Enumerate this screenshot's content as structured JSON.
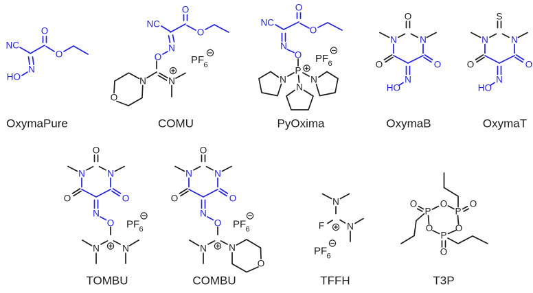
{
  "figure": {
    "type": "chemical-structure-panel",
    "background": "#ffffff",
    "accent_blue": "#2222dd",
    "ink_black": "#1c1c1c",
    "rows": 2
  },
  "ions": {
    "pf": "PF",
    "six": "6",
    "minus": "−",
    "plus": "+"
  },
  "molecules": {
    "oxymapure": {
      "name": "OxymaPure",
      "atoms": {
        "nc": "NC",
        "carbonyl_o": "O",
        "ester_o": "O",
        "oxime_n": "N",
        "hydroxyl": "HO"
      }
    },
    "comu": {
      "name": "COMU",
      "counterion": "PF6−",
      "charge": "+",
      "atoms": {
        "nc": "NC",
        "carbonyl_o": "O",
        "ester_o": "O",
        "oxime_n": "N",
        "linker_o": "O",
        "iminium_n": "N",
        "morpholine_n": "N",
        "morpholine_o": "O"
      }
    },
    "pyoxima": {
      "name": "PyOxima",
      "counterion": "PF6−",
      "charge": "+",
      "atoms": {
        "nc": "NC",
        "carbonyl_o": "O",
        "ester_o": "O",
        "oxime_n": "N",
        "linker_o": "O",
        "p": "P",
        "pyrrolidine_n_left": "N",
        "pyrrolidine_n_right": "N",
        "pyrrolidine_n_bottom": "N"
      }
    },
    "oxymab": {
      "name": "OxymaB",
      "atoms": {
        "top_o": "O",
        "ring_n_left": "N",
        "ring_n_right": "N",
        "left_o": "O",
        "right_o": "O",
        "oxime_n": "N",
        "hydroxyl": "HO"
      }
    },
    "oxymat": {
      "name": "OxymaT",
      "atoms": {
        "thione_s": "S",
        "ring_n_left": "N",
        "ring_n_right": "N",
        "left_o": "O",
        "right_o": "O",
        "oxime_n": "N",
        "hydroxyl": "HO"
      }
    },
    "tombu": {
      "name": "TOMBU",
      "counterion": "PF6−",
      "charge": "+",
      "atoms": {
        "top_o": "O",
        "ring_n_left": "N",
        "ring_n_right": "N",
        "left_o": "O",
        "right_o": "O",
        "oxime_n": "N",
        "linker_o": "O",
        "amine_n_left": "N",
        "amine_n_right": "N"
      }
    },
    "combu": {
      "name": "COMBU",
      "counterion": "PF6−",
      "charge": "+",
      "atoms": {
        "top_o": "O",
        "ring_n_left": "N",
        "ring_n_right": "N",
        "left_o": "O",
        "right_o": "O",
        "oxime_n": "N",
        "linker_o": "O",
        "amine_n": "N",
        "morpholine_n": "N",
        "morpholine_o": "O"
      }
    },
    "tffh": {
      "name": "TFFH",
      "counterion": "PF6−",
      "charge": "+",
      "atoms": {
        "f": "F",
        "n_top": "N",
        "n_right": "N"
      }
    },
    "t3p": {
      "name": "T3P",
      "atoms": {
        "p_left": "P",
        "p_right": "P",
        "p_bottom": "P",
        "ring_o_top": "O",
        "ring_o_left": "O",
        "ring_o_right": "O",
        "oxo_left": "O",
        "oxo_right": "O",
        "oxo_bottom": "O"
      }
    }
  }
}
